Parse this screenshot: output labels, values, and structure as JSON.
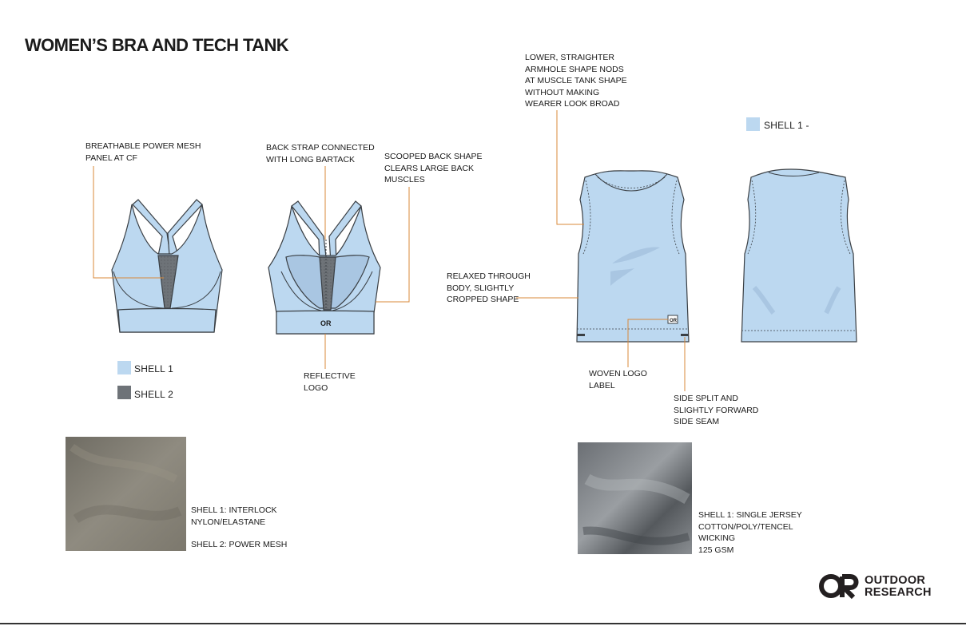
{
  "title": "WOMEN’S BRA AND TECH TANK",
  "bra": {
    "callout_front": [
      "BREATHABLE POWER MESH",
      "PANEL AT CF"
    ],
    "callout_strap": [
      "BACK STRAP CONNECTED",
      "WITH LONG BARTACK"
    ],
    "callout_back": [
      "SCOOPED BACK SHAPE",
      "CLEARS LARGE BACK",
      "MUSCLES"
    ],
    "callout_logo": [
      "REFLECTIVE",
      "LOGO"
    ],
    "logo_mark": "OR",
    "legend": [
      {
        "label": "SHELL 1",
        "color": "#bcd8f0"
      },
      {
        "label": "SHELL 2",
        "color": "#6e7378"
      }
    ],
    "fabric_notes": [
      "SHELL 1: INTERLOCK",
      "NYLON/ELASTANE",
      "SHELL 2: POWER MESH"
    ]
  },
  "tank": {
    "callout_armhole": [
      "LOWER, STRAIGHTER",
      "ARMHOLE SHAPE NODS",
      "AT MUSCLE TANK SHAPE",
      "WITHOUT MAKING",
      "WEARER LOOK BROAD"
    ],
    "callout_body": [
      "RELAXED THROUGH",
      "BODY, SLIGHTLY",
      "CROPPED SHAPE"
    ],
    "callout_label": [
      "WOVEN LOGO",
      "LABEL"
    ],
    "callout_split": [
      "SIDE SPLIT AND",
      "SLIGHTLY FORWARD",
      "SIDE SEAM"
    ],
    "label_mark": "OR",
    "legend": [
      {
        "label": "SHELL 1 -",
        "color": "#bcd8f0"
      }
    ],
    "fabric_notes": [
      "SHELL 1: SINGLE JERSEY",
      "COTTON/POLY/TENCEL",
      "WICKING",
      "125 GSM"
    ]
  },
  "brand": {
    "mark": "OR",
    "line1": "OUTDOOR",
    "line2": "RESEARCH"
  },
  "colors": {
    "shell1": "#bcd8f0",
    "shell2": "#6e7378",
    "callout_line": "#d9893a",
    "outline": "#3a3f44"
  }
}
